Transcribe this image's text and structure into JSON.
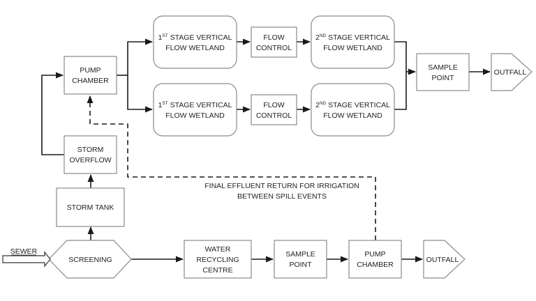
{
  "colors": {
    "box_border": "#8a8a8a",
    "line": "#1a1a1a",
    "text": "#222222",
    "background": "#ffffff"
  },
  "nodes": {
    "pump_chamber_top": [
      "PUMP",
      "CHAMBER"
    ],
    "storm_overflow": [
      "STORM",
      "OVERFLOW"
    ],
    "storm_tank": [
      "STORM TANK"
    ],
    "screening": [
      "SCREENING"
    ],
    "wetland1_a": {
      "num": "1",
      "sup": "ST",
      "line1_rest": " STAGE VERTICAL",
      "line2": "FLOW WETLAND"
    },
    "wetland1_b": {
      "num": "1",
      "sup": "ST",
      "line1_rest": " STAGE VERTICAL",
      "line2": "FLOW WETLAND"
    },
    "flow_control_a": [
      "FLOW",
      "CONTROL"
    ],
    "flow_control_b": [
      "FLOW",
      "CONTROL"
    ],
    "wetland2_a": {
      "num": "2",
      "sup": "ND",
      "line1_rest": " STAGE VERTICAL",
      "line2": "FLOW WETLAND"
    },
    "wetland2_b": {
      "num": "2",
      "sup": "ND",
      "line1_rest": " STAGE VERTICAL",
      "line2": "FLOW WETLAND"
    },
    "sample_point_top": [
      "SAMPLE",
      "POINT"
    ],
    "outfall_top": [
      "OUTFALL"
    ],
    "water_recycling_centre": [
      "WATER",
      "RECYCLING",
      "CENTRE"
    ],
    "sample_point_bottom": [
      "SAMPLE",
      "POINT"
    ],
    "pump_chamber_bottom": [
      "PUMP",
      "CHAMBER"
    ],
    "outfall_bottom": [
      "OUTFALL"
    ]
  },
  "input_label": "SEWER",
  "return_note": [
    "FINAL EFFLUENT RETURN FOR IRRIGATION",
    "BETWEEN SPILL EVENTS"
  ]
}
